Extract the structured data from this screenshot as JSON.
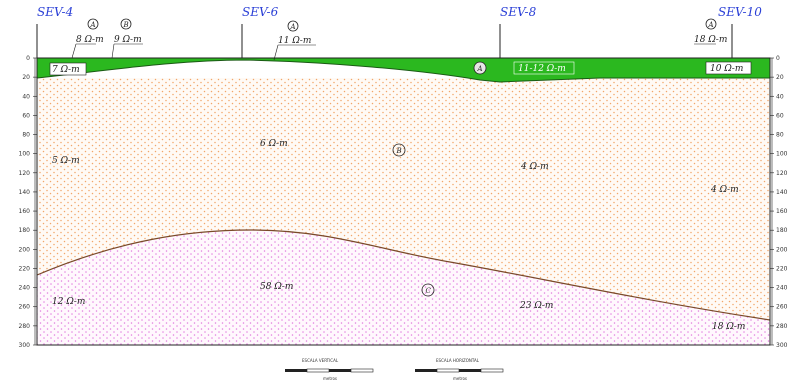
{
  "sev_labels": [
    "SEV-4",
    "SEV-6",
    "SEV-8",
    "SEV-10"
  ],
  "layer_markers": {
    "A": "A",
    "B": "B",
    "C": "C"
  },
  "top_resistivities": {
    "r1": "8 Ω-m",
    "r2": "9 Ω-m",
    "r3": "11 Ω-m",
    "r4": "18 Ω-m"
  },
  "layer_a_labels": {
    "left": "7 Ω-m",
    "mid": "11-12 Ω-m",
    "right": "10 Ω-m"
  },
  "layer_b_labels": {
    "left": "5 Ω-m",
    "center": "6 Ω-m",
    "mid_right": "4 Ω-m",
    "right": "4 Ω-m"
  },
  "layer_c_labels": {
    "left": "12 Ω-m",
    "center": "58 Ω-m",
    "mid_right": "23 Ω-m",
    "right": "18 Ω-m"
  },
  "depth_ticks": [
    "0",
    "20",
    "40",
    "60",
    "80",
    "100",
    "120",
    "140",
    "160",
    "180",
    "200",
    "220",
    "240",
    "260",
    "280",
    "300"
  ],
  "scale_bars": {
    "horizontal_caption": "ESCALA VERTICAL",
    "vertical_caption": "ESCALA HORIZONTAL",
    "unit": "metros"
  },
  "colors": {
    "layer_a": "#2bb81f",
    "layer_b": "#f2a66a",
    "layer_c": "#e27ee0",
    "sev_text": "#2a3fd6"
  }
}
